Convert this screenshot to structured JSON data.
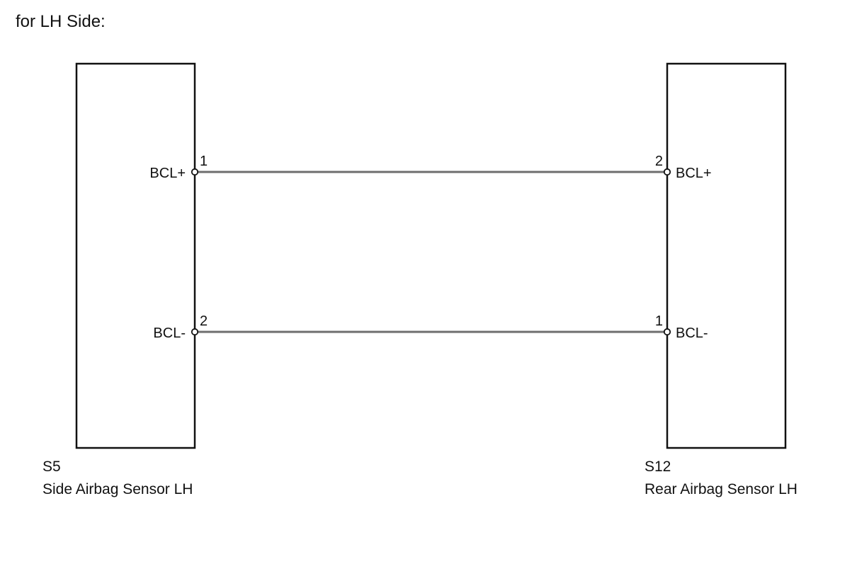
{
  "diagram": {
    "caption": "for LH Side:",
    "components": {
      "left": {
        "code": "S5",
        "name": "Side Airbag Sensor LH",
        "pins": {
          "upper": {
            "number": "1",
            "signal": "BCL+"
          },
          "lower": {
            "number": "2",
            "signal": "BCL-"
          }
        }
      },
      "right": {
        "code": "S12",
        "name": "Rear Airbag Sensor LH",
        "pins": {
          "upper": {
            "number": "2",
            "signal": "BCL+"
          },
          "lower": {
            "number": "1",
            "signal": "BCL-"
          }
        }
      }
    },
    "colors": {
      "wire": "#6e6e6e",
      "outline": "#111111"
    }
  }
}
